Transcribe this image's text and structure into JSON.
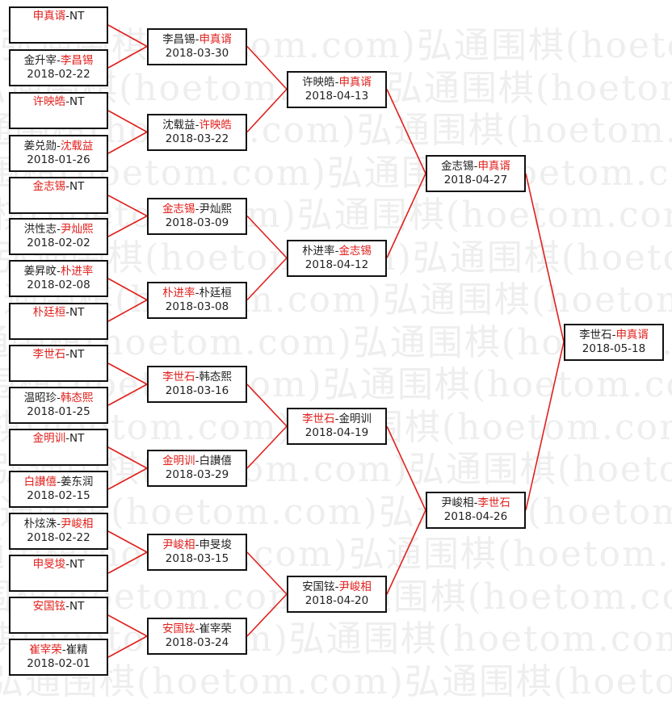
{
  "watermark": "弘通围棋(hoetom.com)弘通围棋(hoetom.com)",
  "matches": [
    {
      "id": "r1m1",
      "p1": "申真谞",
      "p2": "NT",
      "winner": 1,
      "date": ""
    },
    {
      "id": "r1m2",
      "p1": "金升宰",
      "p2": "李昌锡",
      "winner": 2,
      "date": "2018-02-22"
    },
    {
      "id": "r1m3",
      "p1": "许映皓",
      "p2": "NT",
      "winner": 1,
      "date": ""
    },
    {
      "id": "r1m4",
      "p1": "姜兑勋",
      "p2": "沈载益",
      "winner": 2,
      "date": "2018-01-26"
    },
    {
      "id": "r1m5",
      "p1": "金志锡",
      "p2": "NT",
      "winner": 1,
      "date": ""
    },
    {
      "id": "r1m6",
      "p1": "洪性志",
      "p2": "尹灿熙",
      "winner": 2,
      "date": "2018-02-02"
    },
    {
      "id": "r1m7",
      "p1": "姜昇旼",
      "p2": "朴进率",
      "winner": 2,
      "date": "2018-02-08"
    },
    {
      "id": "r1m8",
      "p1": "朴廷桓",
      "p2": "NT",
      "winner": 1,
      "date": ""
    },
    {
      "id": "r1m9",
      "p1": "李世石",
      "p2": "NT",
      "winner": 1,
      "date": ""
    },
    {
      "id": "r1m10",
      "p1": "温昭珍",
      "p2": "韩态熙",
      "winner": 2,
      "date": "2018-01-25"
    },
    {
      "id": "r1m11",
      "p1": "金明训",
      "p2": "NT",
      "winner": 1,
      "date": ""
    },
    {
      "id": "r1m12",
      "p1": "白讃僖",
      "p2": "姜东润",
      "winner": 1,
      "date": "2018-02-15"
    },
    {
      "id": "r1m13",
      "p1": "朴炫洙",
      "p2": "尹峻相",
      "winner": 2,
      "date": "2018-02-22"
    },
    {
      "id": "r1m14",
      "p1": "申旻埈",
      "p2": "NT",
      "winner": 1,
      "date": ""
    },
    {
      "id": "r1m15",
      "p1": "安国铉",
      "p2": "NT",
      "winner": 1,
      "date": ""
    },
    {
      "id": "r1m16",
      "p1": "崔宰荣",
      "p2": "崔精",
      "winner": 1,
      "date": "2018-02-01"
    },
    {
      "id": "r2m1",
      "p1": "李昌锡",
      "p2": "申真谞",
      "winner": 2,
      "date": "2018-03-30"
    },
    {
      "id": "r2m2",
      "p1": "沈载益",
      "p2": "许映皓",
      "winner": 2,
      "date": "2018-03-22"
    },
    {
      "id": "r2m3",
      "p1": "金志锡",
      "p2": "尹灿熙",
      "winner": 1,
      "date": "2018-03-09"
    },
    {
      "id": "r2m4",
      "p1": "朴进率",
      "p2": "朴廷桓",
      "winner": 1,
      "date": "2018-03-08"
    },
    {
      "id": "r2m5",
      "p1": "李世石",
      "p2": "韩态熙",
      "winner": 1,
      "date": "2018-03-16"
    },
    {
      "id": "r2m6",
      "p1": "金明训",
      "p2": "白讃僖",
      "winner": 1,
      "date": "2018-03-29"
    },
    {
      "id": "r2m7",
      "p1": "尹峻相",
      "p2": "申旻埈",
      "winner": 1,
      "date": "2018-03-15"
    },
    {
      "id": "r2m8",
      "p1": "安国铉",
      "p2": "崔宰荣",
      "winner": 1,
      "date": "2018-03-24"
    },
    {
      "id": "r3m1",
      "p1": "许映皓",
      "p2": "申真谞",
      "winner": 2,
      "date": "2018-04-13"
    },
    {
      "id": "r3m2",
      "p1": "朴进率",
      "p2": "金志锡",
      "winner": 2,
      "date": "2018-04-12"
    },
    {
      "id": "r3m3",
      "p1": "李世石",
      "p2": "金明训",
      "winner": 1,
      "date": "2018-04-19"
    },
    {
      "id": "r3m4",
      "p1": "安国铉",
      "p2": "尹峻相",
      "winner": 2,
      "date": "2018-04-20"
    },
    {
      "id": "r4m1",
      "p1": "金志锡",
      "p2": "申真谞",
      "winner": 2,
      "date": "2018-04-27"
    },
    {
      "id": "r4m2",
      "p1": "尹峻相",
      "p2": "李世石",
      "winner": 2,
      "date": "2018-04-26"
    },
    {
      "id": "r5m1",
      "p1": "李世石",
      "p2": "申真谞",
      "winner": 2,
      "date": "2018-05-18"
    }
  ],
  "colors": {
    "winner": "#e0201c",
    "loser": "#222222",
    "line": "#e0201c",
    "border": "#111111"
  }
}
